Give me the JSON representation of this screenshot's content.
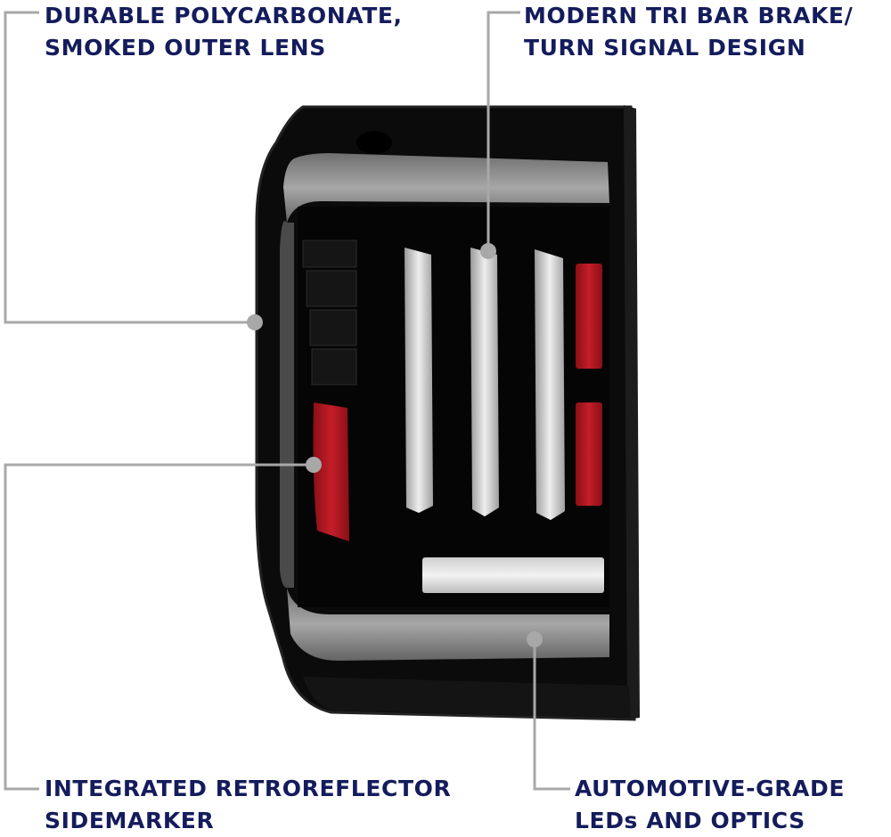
{
  "callouts": {
    "lens": {
      "line1": "DURABLE POLYCARBONATE,",
      "line2": "SMOKED OUTER LENS"
    },
    "tribar": {
      "line1": "MODERN TRI BAR BRAKE/",
      "line2": "TURN SIGNAL DESIGN"
    },
    "reflector": {
      "line1": "INTEGRATED RETROREFLECTOR",
      "line2": "SIDEMARKER"
    },
    "leds": {
      "line1": "AUTOMOTIVE-GRADE",
      "line2": "LEDs AND OPTICS"
    }
  },
  "colors": {
    "label_text": "#141c5c",
    "callout_line": "#a8a8a8",
    "housing": "#0a0a0a",
    "reflector_red": "#b01620",
    "light_bar": "#d8d8d8"
  },
  "product": {
    "image": "smoked tail light assembly"
  }
}
